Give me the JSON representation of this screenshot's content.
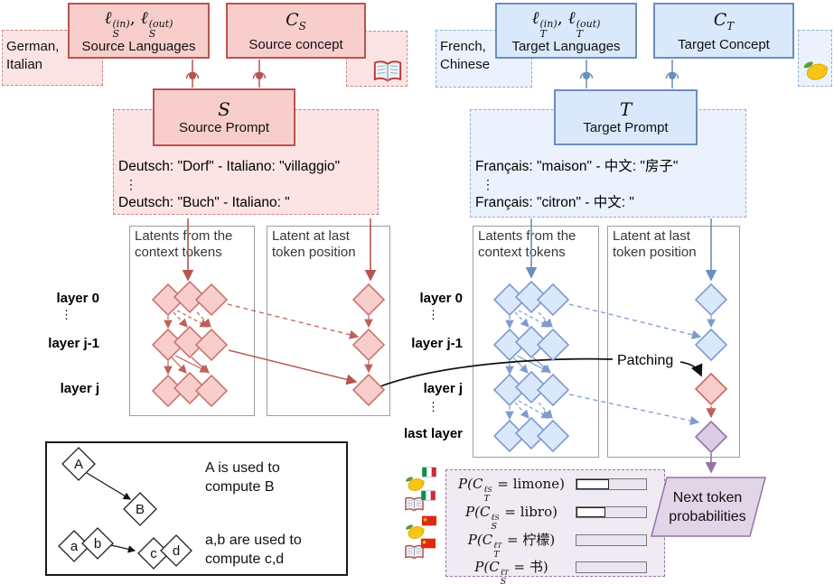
{
  "colors": {
    "red": "#b85450",
    "red_fill": "#f8cecc",
    "blue": "#6c8ebf",
    "blue_fill": "#dae8fc",
    "purple": "#9673a6",
    "purple_fill": "#e1d5e7",
    "gray_border": "#9e9e9e"
  },
  "icons": {
    "book": "📖",
    "lemon": "🍋",
    "italy_flag": "🇮🇹",
    "china_flag": "🇨🇳"
  },
  "source": {
    "languages_note": {
      "line1": "German,",
      "line2": "Italian"
    },
    "languages_box": {
      "sym1": "ℓ",
      "sup_in": "(in)",
      "sub1": "S",
      "sep": ", ",
      "sym2": "ℓ",
      "sup_out": "(out)",
      "sub2": "S",
      "label": "Source Languages"
    },
    "concept_box": {
      "sym": "C",
      "sub": "S",
      "label": "Source concept"
    },
    "prompt_box": {
      "sym": "S",
      "label": "Source Prompt"
    },
    "prompt_lines": {
      "line1": "Deutsch: \"Dorf\" - Italiano: \"villaggio\"",
      "dots": "⋮",
      "line2": "Deutsch: \"Buch\" - Italiano: \""
    },
    "layers": [
      "layer 0",
      "⋮",
      "layer j-1",
      "layer j"
    ]
  },
  "target": {
    "languages_note": {
      "line1": "French,",
      "line2": "Chinese"
    },
    "languages_box": {
      "sym1": "ℓ",
      "sup_in": "(in)",
      "sub1": "T",
      "sep": ", ",
      "sym2": "ℓ",
      "sup_out": "(out)",
      "sub2": "T",
      "label": "Target Languages"
    },
    "concept_box": {
      "sym": "C",
      "sub": "T",
      "label": "Target Concept"
    },
    "prompt_box": {
      "sym": "T",
      "label": "Target Prompt"
    },
    "prompt_lines": {
      "line1": "Français: \"maison\" - 中文: \"房子\"",
      "dots": "⋮",
      "line2": "Français: \"citron\" - 中文: \""
    },
    "layers": [
      "layer 0",
      "⋮",
      "layer j-1",
      "layer j",
      "⋮",
      "last layer"
    ]
  },
  "panels": {
    "context_header": "Latents from the context tokens",
    "last_header": "Latent at last token position"
  },
  "patching_label": "Patching",
  "legend": {
    "d_A": "A",
    "d_B": "B",
    "d_a": "a",
    "d_b": "b",
    "d_c": "c",
    "d_d": "d",
    "caption1a": "A is used to",
    "caption1b": "compute B",
    "caption2a": "a,b are used to",
    "caption2b": "compute c,d"
  },
  "probabilities": {
    "rows": [
      {
        "icons": [
          "lemon",
          "italy_flag"
        ],
        "func": "P(",
        "base": "C",
        "sup_l": "ℓ",
        "sup_s": "S",
        "sub": "T",
        "rest": "= limone)",
        "bar_fill": "47%"
      },
      {
        "icons": [
          "book",
          "italy_flag"
        ],
        "func": "P(",
        "base": "C",
        "sup_l": "ℓ",
        "sup_s": "S",
        "sub": "S",
        "rest": "= libro)",
        "bar_fill": "41%"
      },
      {
        "icons": [
          "lemon",
          "china_flag"
        ],
        "func": "P(",
        "base": "C",
        "sup_l": "ℓ",
        "sup_s": "T",
        "sub": "T",
        "rest": "= 柠檬)",
        "bar_fill": "0%"
      },
      {
        "icons": [
          "book",
          "china_flag"
        ],
        "func": "P(",
        "base": "C",
        "sup_l": "ℓ",
        "sup_s": "T",
        "sub": "S",
        "rest": "= 书)",
        "bar_fill": "0%"
      }
    ],
    "output_label": "Next token probabilities"
  }
}
